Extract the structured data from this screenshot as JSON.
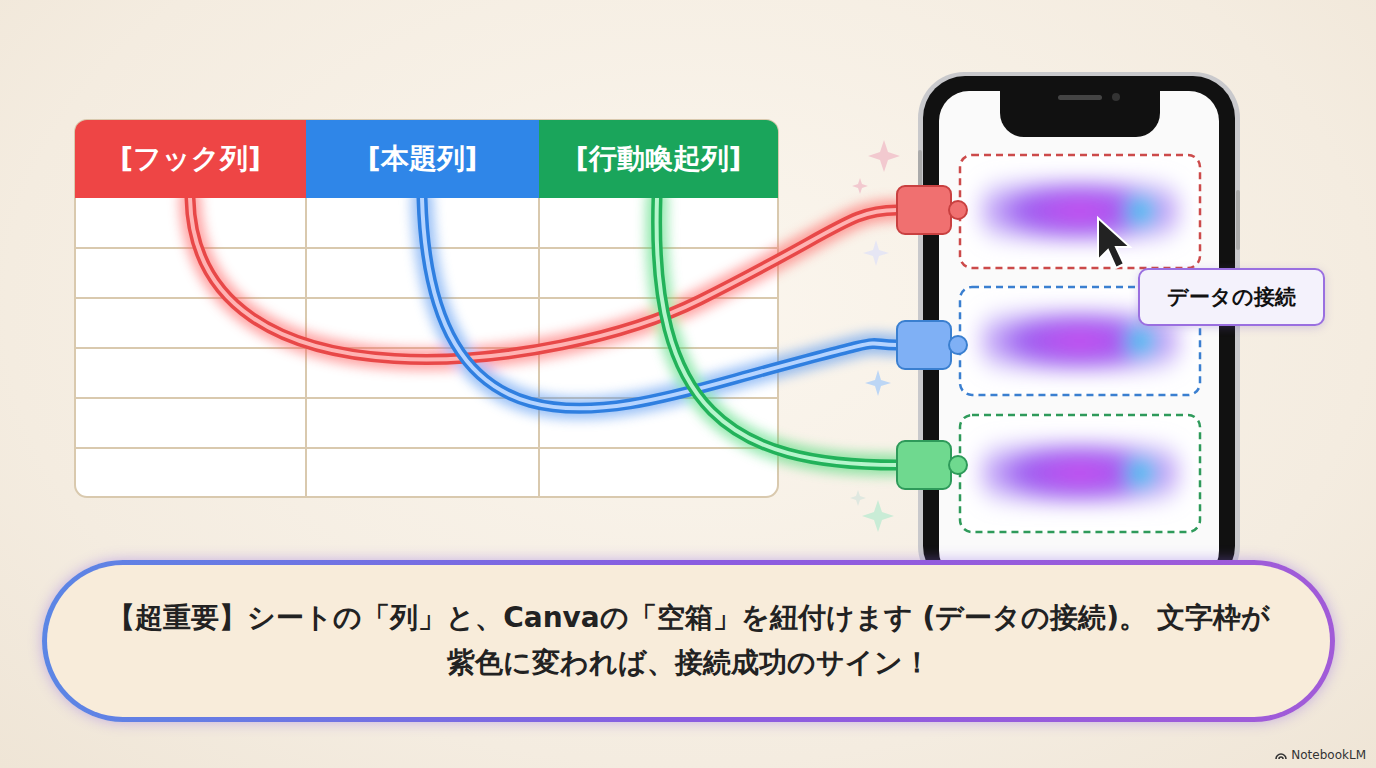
{
  "diagram": {
    "caption": "【超重要】シートの「列」と、Canvaの「空箱」を紐付けます (データの接続)。 文字枠が紫色に変われば、接続成功のサイン！",
    "nodes": [
      {
        "text": [
          "[フック列]"
        ]
      },
      {
        "text": [
          "[本題列]"
        ]
      },
      {
        "text": [
          "[行動喚起列]"
        ]
      },
      {
        "text": [
          "データの接続"
        ]
      }
    ],
    "labels": [
      "NotebookLM"
    ]
  }
}
